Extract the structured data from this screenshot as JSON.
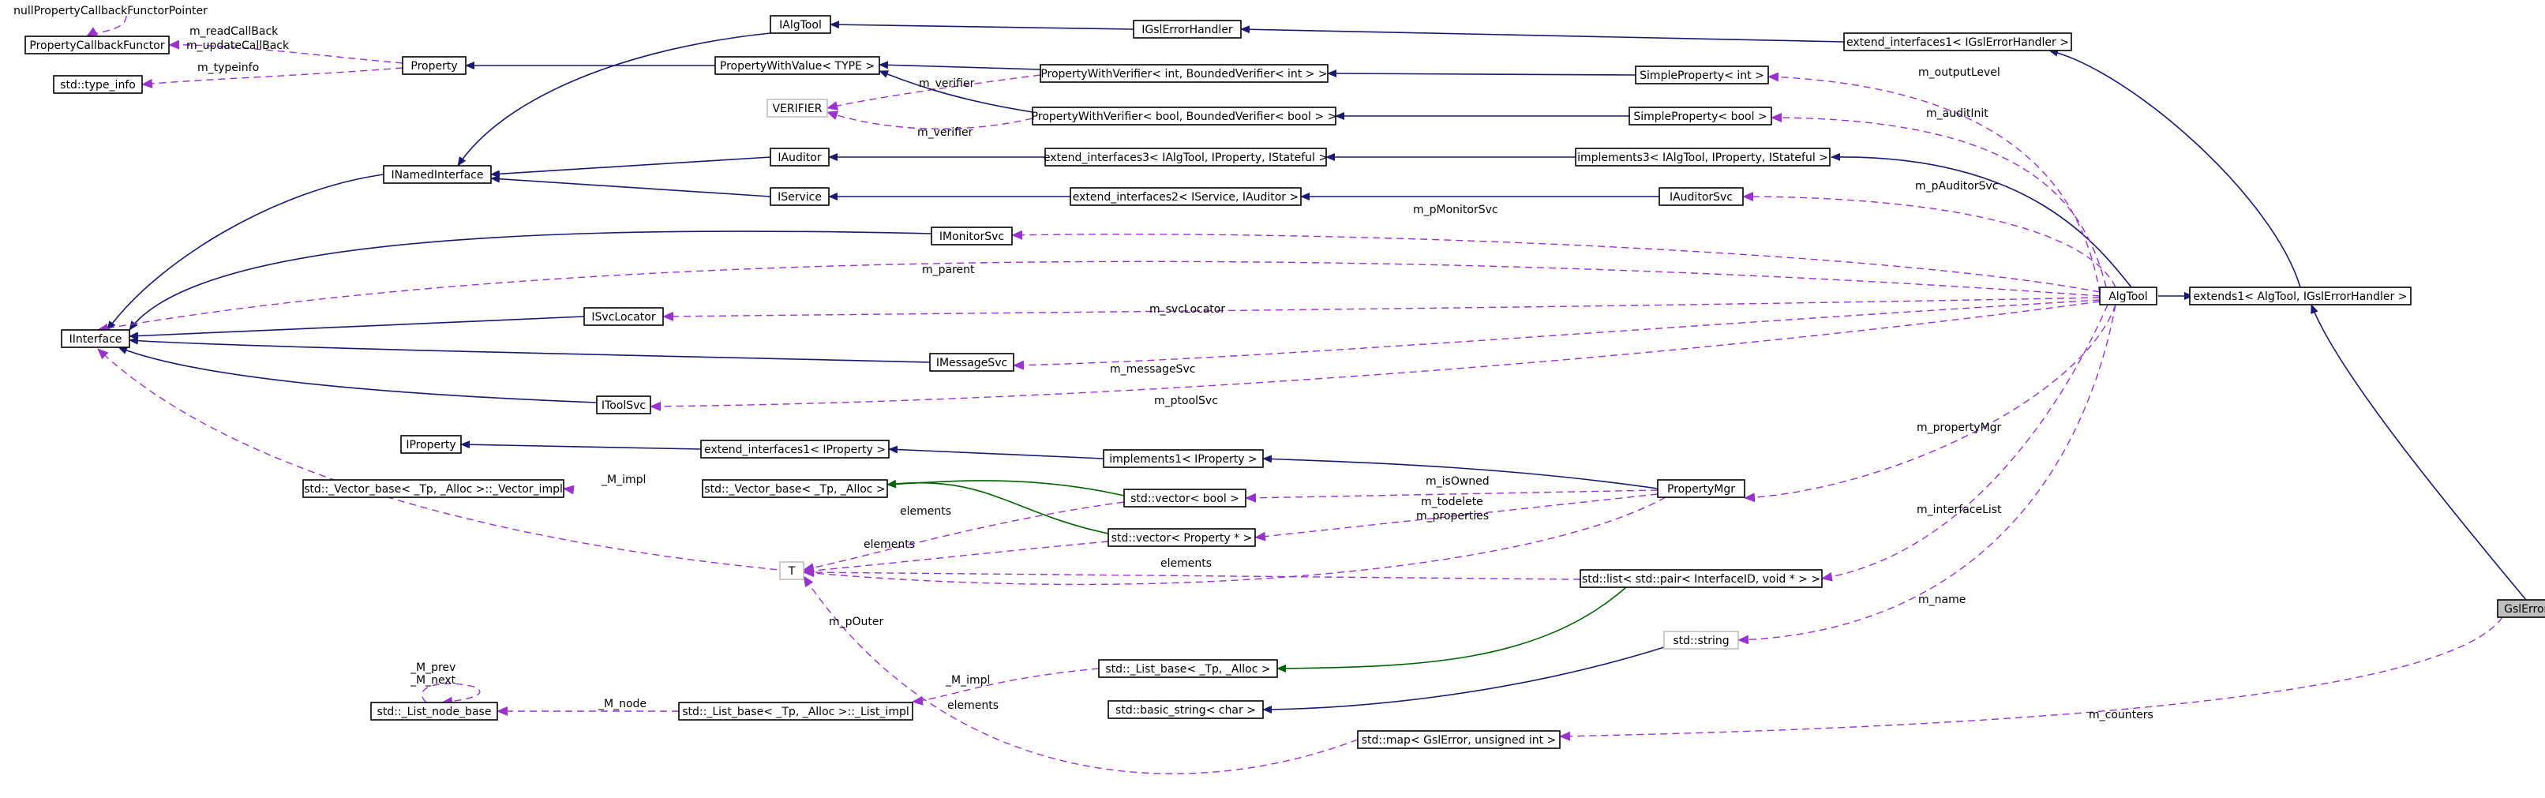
{
  "nodes": [
    {
      "id": "nullCB",
      "label": "nullPropertyCallbackFunctorPointer",
      "style": "plainlabel"
    },
    {
      "id": "PCF",
      "label": "PropertyCallbackFunctor"
    },
    {
      "id": "typeinfo",
      "label": "std::type_info"
    },
    {
      "id": "Property",
      "label": "Property"
    },
    {
      "id": "IAlgTool",
      "label": "IAlgTool"
    },
    {
      "id": "IGslErrorHandler",
      "label": "IGslErrorHandler"
    },
    {
      "id": "extIGsl",
      "label": "extend_interfaces1< IGslErrorHandler >"
    },
    {
      "id": "PWV",
      "label": "PropertyWithValue< TYPE >"
    },
    {
      "id": "PWVint",
      "label": "PropertyWithVerifier< int, BoundedVerifier< int > >"
    },
    {
      "id": "SPint",
      "label": "SimpleProperty< int >"
    },
    {
      "id": "VERIFIER",
      "label": "VERIFIER",
      "style": "ghost"
    },
    {
      "id": "PWVbool",
      "label": "PropertyWithVerifier< bool, BoundedVerifier< bool > >"
    },
    {
      "id": "SPbool",
      "label": "SimpleProperty< bool >"
    },
    {
      "id": "IAuditor",
      "label": "IAuditor"
    },
    {
      "id": "ext3",
      "label": "extend_interfaces3< IAlgTool, IProperty, IStateful >"
    },
    {
      "id": "impl3",
      "label": "implements3< IAlgTool, IProperty, IStateful >"
    },
    {
      "id": "INamed",
      "label": "INamedInterface"
    },
    {
      "id": "IService",
      "label": "IService"
    },
    {
      "id": "ext2",
      "label": "extend_interfaces2< IService, IAuditor >"
    },
    {
      "id": "IAuditorSvc",
      "label": "IAuditorSvc"
    },
    {
      "id": "IMonitorSvc",
      "label": "IMonitorSvc"
    },
    {
      "id": "IInterface",
      "label": "IInterface"
    },
    {
      "id": "ISvcLocator",
      "label": "ISvcLocator"
    },
    {
      "id": "AlgTool",
      "label": "AlgTool"
    },
    {
      "id": "extends1",
      "label": "extends1< AlgTool, IGslErrorHandler >"
    },
    {
      "id": "IMessageSvc",
      "label": "IMessageSvc"
    },
    {
      "id": "IToolSvc",
      "label": "IToolSvc"
    },
    {
      "id": "IProperty",
      "label": "IProperty"
    },
    {
      "id": "extIProp",
      "label": "extend_interfaces1< IProperty >"
    },
    {
      "id": "impl1",
      "label": "implements1< IProperty >"
    },
    {
      "id": "VecImpl",
      "label": "std::_Vector_base< _Tp, _Alloc >::_Vector_impl"
    },
    {
      "id": "VecBase",
      "label": "std::_Vector_base< _Tp, _Alloc >"
    },
    {
      "id": "vecbool",
      "label": "std::vector< bool >"
    },
    {
      "id": "PropertyMgr",
      "label": "PropertyMgr"
    },
    {
      "id": "vecprop",
      "label": "std::vector< Property * >"
    },
    {
      "id": "T",
      "label": "T",
      "style": "ghost"
    },
    {
      "id": "listpair",
      "label": "std::list< std::pair< InterfaceID, void * > >"
    },
    {
      "id": "stdstring",
      "label": "std::string",
      "style": "ghost"
    },
    {
      "id": "GslErrorCount",
      "label": "GslErrorCount",
      "style": "sel"
    },
    {
      "id": "ListBase",
      "label": "std::_List_base< _Tp, _Alloc >"
    },
    {
      "id": "ListNodeBase",
      "label": "std::_List_node_base"
    },
    {
      "id": "ListImpl",
      "label": "std::_List_base< _Tp, _Alloc >::_List_impl"
    },
    {
      "id": "basicstring",
      "label": "std::basic_string< char >"
    },
    {
      "id": "mapGsl",
      "label": "std::map< GslError, unsigned int >"
    }
  ],
  "edge_labels": [
    "m_readCallBack",
    "m_updateCallBack",
    "m_typeinfo",
    "m_verifier",
    "m_verifier",
    "m_outputLevel",
    "m_auditInit",
    "m_pAuditorSvc",
    "m_pMonitorSvc",
    "m_parent",
    "m_svcLocator",
    "m_messageSvc",
    "m_ptoolSvc",
    "m_propertyMgr",
    "_M_impl",
    "m_isOwned",
    "elements",
    "m_todelete",
    "m_properties",
    "elements",
    "elements",
    "m_interfaceList",
    "m_pOuter",
    "m_name",
    "_M_prev",
    "_M_next",
    "_M_node",
    "_M_impl",
    "elements",
    "m_counters"
  ]
}
